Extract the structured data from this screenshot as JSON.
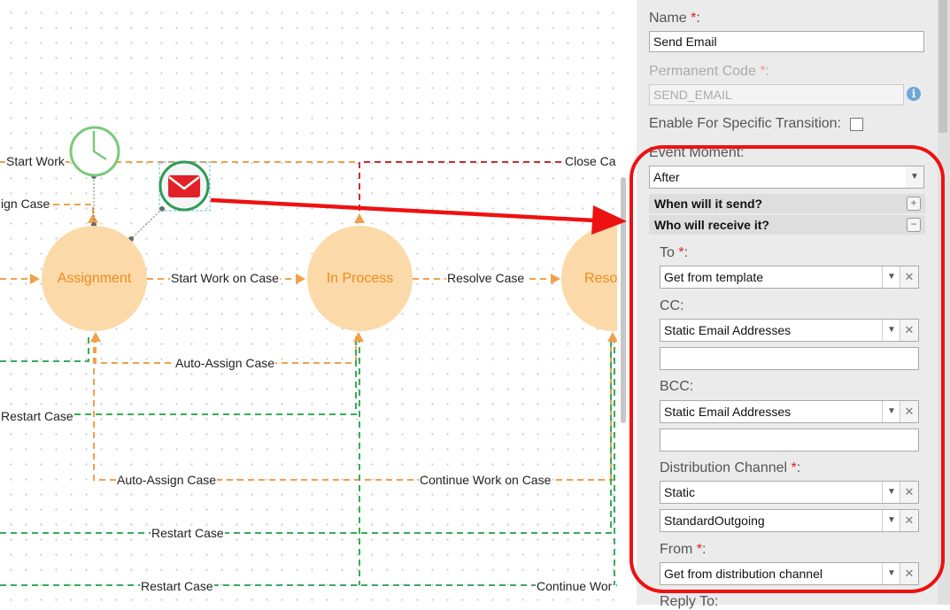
{
  "diagram": {
    "states": [
      {
        "label": "Assignment"
      },
      {
        "label": "In Process"
      },
      {
        "label": "Reso"
      }
    ],
    "transitions": [
      {
        "label": "Start Work"
      },
      {
        "label": "ign Case"
      },
      {
        "label": "Close Ca"
      },
      {
        "label": "Start Work on Case"
      },
      {
        "label": "Resolve Case"
      },
      {
        "label": "Auto-Assign Case"
      },
      {
        "label": "Restart Case"
      },
      {
        "label": "Auto-Assign Case"
      },
      {
        "label": "Continue Work on Case"
      },
      {
        "label": "Restart Case"
      },
      {
        "label": "Restart Case"
      },
      {
        "label": "Continue Wor"
      }
    ],
    "icons": {
      "timer": "clock-icon",
      "email": "envelope-icon"
    },
    "colors": {
      "state_fill": "#fcd9a8",
      "state_text": "#ef8a1e",
      "orange_line": "#f0a04b",
      "green_line": "#3aaa5a",
      "red_line": "#c23030",
      "annotation": "#e02020"
    }
  },
  "panel": {
    "name": {
      "label": "Name",
      "required": "*",
      "colon": ":",
      "value": "Send Email"
    },
    "code": {
      "label": "Permanent Code",
      "required": "*",
      "colon": ":",
      "value": "SEND_EMAIL"
    },
    "specific_transition": {
      "label": "Enable For Specific Transition:",
      "checked": false
    },
    "event_moment": {
      "label": "Event Moment:",
      "value": "After"
    },
    "sections": [
      {
        "title": "When will it send?",
        "toggle": "+"
      },
      {
        "title": "Who will receive it?",
        "toggle": "−"
      }
    ],
    "to": {
      "label": "To",
      "required": "*",
      "colon": ":",
      "value": "Get from template"
    },
    "cc": {
      "label": "CC:",
      "value": "Static Email Addresses",
      "text": ""
    },
    "bcc": {
      "label": "BCC:",
      "value": "Static Email Addresses",
      "text": ""
    },
    "distribution": {
      "label": "Distribution Channel",
      "required": "*",
      "colon": ":",
      "value": "Static",
      "channel": "StandardOutgoing"
    },
    "from": {
      "label": "From",
      "required": "*",
      "colon": ":",
      "value": "Get from distribution channel"
    },
    "reply_to": {
      "label": "Reply To:"
    }
  }
}
